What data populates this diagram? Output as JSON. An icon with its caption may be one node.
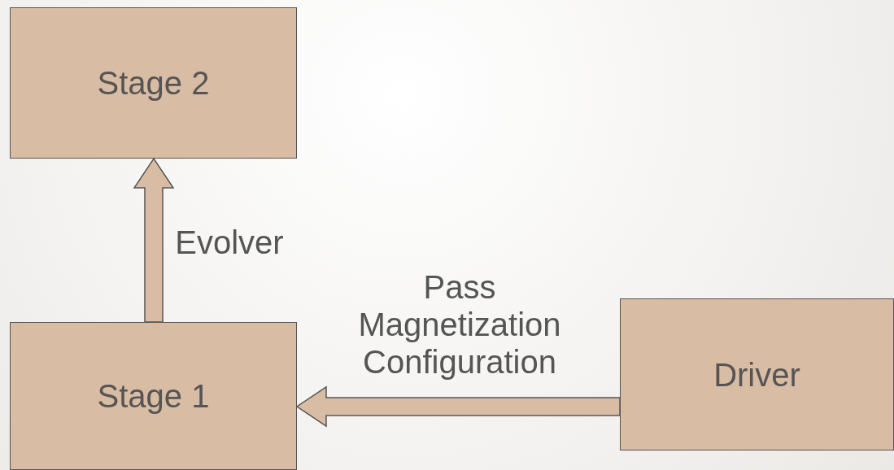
{
  "diagram": {
    "nodes": [
      {
        "text": [
          "Stage 2"
        ]
      },
      {
        "text": [
          "Stage 1"
        ]
      },
      {
        "text": [
          "Driver"
        ]
      }
    ],
    "edges": [
      {
        "from": 1,
        "to": 0,
        "arrow": "to",
        "label": "Evolver"
      },
      {
        "from": 2,
        "to": 1,
        "arrow": "to",
        "label": "Pass Magnetization Configuration"
      }
    ]
  }
}
